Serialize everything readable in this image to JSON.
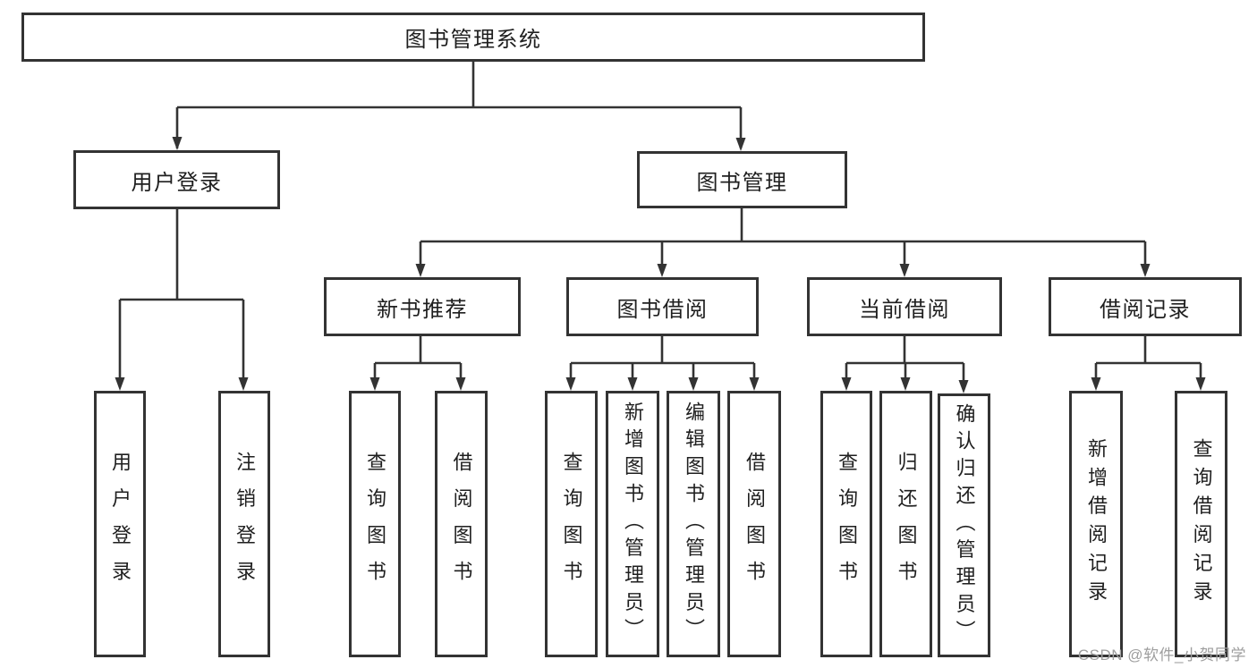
{
  "diagram": {
    "root_label": "图书管理系统",
    "branches": [
      {
        "label": "用户登录",
        "children": [
          {
            "label": "用户登录"
          },
          {
            "label": "注销登录"
          }
        ]
      },
      {
        "label": "图书管理",
        "modules": [
          {
            "label": "新书推荐",
            "children": [
              {
                "label": "查询图书"
              },
              {
                "label": "借阅图书"
              }
            ]
          },
          {
            "label": "图书借阅",
            "children": [
              {
                "label": "查询图书"
              },
              {
                "label": "新增图书（管理员）"
              },
              {
                "label": "编辑图书（管理员）"
              },
              {
                "label": "借阅图书"
              }
            ]
          },
          {
            "label": "当前借阅",
            "children": [
              {
                "label": "查询图书"
              },
              {
                "label": "归还图书"
              },
              {
                "label": "确认归还（管理员）"
              }
            ]
          },
          {
            "label": "借阅记录",
            "children": [
              {
                "label": "新增借阅记录"
              },
              {
                "label": "查询借阅记录"
              }
            ]
          }
        ]
      }
    ],
    "watermark": "CSDN @软件_小贺同学",
    "colors": {
      "line": "#333333",
      "text": "#1f1f1f",
      "watermark": "#9e9e9e",
      "background": "#ffffff"
    }
  }
}
